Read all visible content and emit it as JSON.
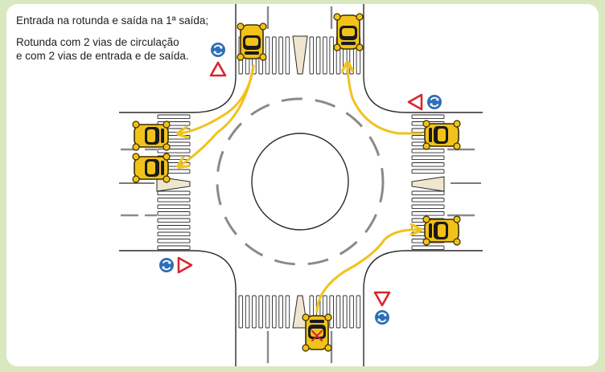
{
  "caption": {
    "line1": "Entrada na rotunda e saída na 1ª saída;",
    "line2": "Rotunda com 2 vias de circulação",
    "line3": "e com 2 vias de entrada e de saída."
  },
  "colors": {
    "background": "#d9e8bf",
    "panel": "#ffffff",
    "road_edge": "#2a2a2a",
    "lane_dash": "#8a8a8a",
    "car_body": "#f2c21b",
    "car_outline": "#3a2e00",
    "path": "#f2c21b",
    "yield_sign": "#d9262e",
    "roundabout_sign": "#2e6fb5"
  },
  "icons": {
    "car": "car-icon",
    "yield": "yield-sign-icon",
    "roundabout": "roundabout-sign-icon",
    "forbidden": "x-mark-icon"
  }
}
